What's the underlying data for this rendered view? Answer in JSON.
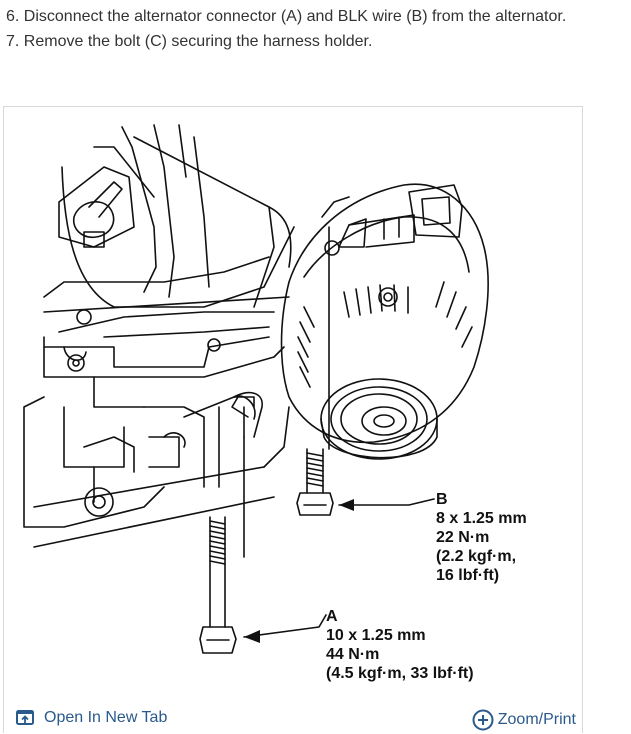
{
  "instructions": {
    "step6": "6. Disconnect the alternator connector (A) and BLK wire (B) from the alternator.",
    "step7": "7. Remove the bolt (C) securing the harness holder."
  },
  "diagram": {
    "label_b": "B",
    "spec_b_line1": "8 x 1.25 mm",
    "spec_b_line2": "22 N·m",
    "spec_b_line3": "(2.2 kgf·m,",
    "spec_b_line4": "16 lbf·ft)",
    "label_a": "A",
    "spec_a_line1": "10 x 1.25 mm",
    "spec_a_line2": "44 N·m",
    "spec_a_line3": "(4.5 kgf·m, 33 lbf·ft)"
  },
  "footer": {
    "open_tab_label": "Open In New Tab",
    "zoom_print_label": "Zoom/Print"
  },
  "colors": {
    "link": "#2a5a8c",
    "text": "#333333"
  },
  "icons": {
    "open_tab": "open-in-new-tab-icon",
    "zoom": "plus-circle-icon"
  }
}
